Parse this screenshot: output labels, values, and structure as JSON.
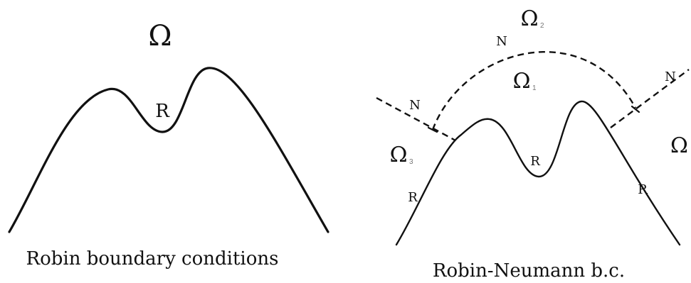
{
  "left_panel": {
    "region_label": "Ω",
    "boundary_label": "R",
    "caption": "Robin boundary conditions"
  },
  "right_panel": {
    "region_labels": {
      "omega_1_symbol": "Ω",
      "omega_1_index": "1",
      "omega_2_symbol": "Ω",
      "omega_2_index": "2",
      "omega_3_symbol": "Ω",
      "omega_3_index": "3",
      "omega_outer": "Ω"
    },
    "boundary_labels": {
      "neumann_top": "N",
      "neumann_left": "N",
      "neumann_right": "N",
      "robin_center": "R",
      "robin_left": "R",
      "robin_right": "R"
    },
    "caption": "Robin-Neumann b.c."
  },
  "colors": {
    "stroke": "#111111",
    "background": "#ffffff",
    "subscript": "#777777"
  }
}
